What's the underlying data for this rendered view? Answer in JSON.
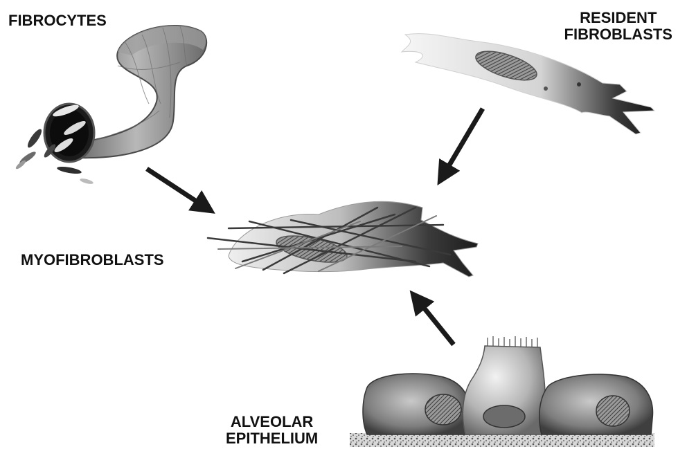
{
  "labels": {
    "fibrocytes": "FIBROCYTES",
    "resident_line1": "RESIDENT",
    "resident_line2": "FIBROBLASTS",
    "myofibroblasts": "MYOFIBROBLASTS",
    "alveolar_line1": "ALVEOLAR",
    "alveolar_line2": "EPITHELIUM"
  },
  "colors": {
    "text": "#111111",
    "arrow": "#1a1a1a",
    "cell_dark": "#2b2b2b",
    "cell_mid": "#8a8a8a",
    "cell_light": "#eeeeee",
    "background": "#ffffff"
  }
}
